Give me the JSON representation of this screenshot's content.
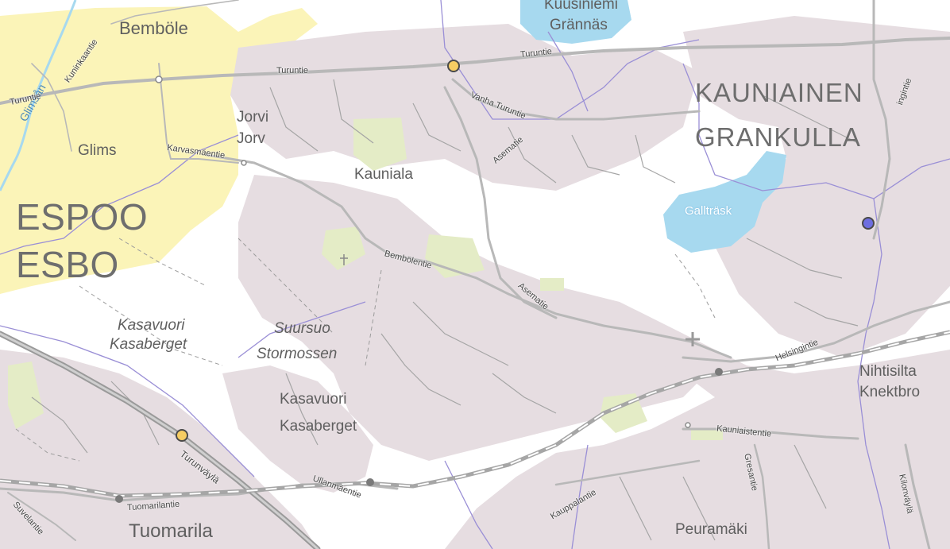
{
  "map": {
    "colors": {
      "background": "#ffffff",
      "residential": "#e6dde1",
      "espoo_area": "#fbf4b8",
      "water": "#a7d9ef",
      "park": "#e4ecc6",
      "road": "#b8b8b8",
      "boundary": "#9a8fd6",
      "railway": "#a6a6a6",
      "marker_yellow": "#f6cd63",
      "marker_blue": "#6e6ee0"
    },
    "labels": {
      "espoo": "ESPOO",
      "esbo": "ESBO",
      "kauniainen": "KAUNIAINEN",
      "grankulla": "GRANKULLA",
      "bembole": "Bemböle",
      "glims": "Glims",
      "glimsan": "Glimsån",
      "jorvi": "Jorvi",
      "jorv": "Jorv",
      "kauniala": "Kauniala",
      "kuusiniemi": "Kuusiniemi",
      "grannas": "Grännäs",
      "galltrask": "Gallträsk",
      "kasavuori_italic": "Kasavuori",
      "kasaberget_italic": "Kasaberget",
      "suursuo": "Suursuo",
      "stormossen": "Stormossen",
      "kasavuori": "Kasavuori",
      "kasaberget": "Kasaberget",
      "nihtisilta": "Nihtisilta",
      "knektbro": "Knektbro",
      "tuomarila": "Tuomarila",
      "peuramaki": "Peuramäki"
    },
    "roads": {
      "turuntie_w": "Turuntie",
      "turuntie_c": "Turuntie",
      "turuntie_e": "Turuntie",
      "kuninkaantie": "Kuninkaantie",
      "vanha_turuntie": "Vanha Turuntie",
      "karvasmaentie": "Karvasmäentie",
      "asematie_n": "Asematie",
      "bembolentie": "Bembölentie",
      "asematie_s": "Asematie",
      "helsingintie": "Helsingintie",
      "turunvayla": "Turunväylä",
      "uudenmaentie": "Ullanmäentie",
      "tuomarilantie": "Tuomarilantie",
      "suvelantie": "Suvelantie",
      "kauniaistentie": "Kauniaistentie",
      "kauppalantie": "Kauppalantie",
      "gresantie": "Gresantie",
      "kilonvayla": "Kilonväylä",
      "ingintie": "ingintie"
    },
    "icons": {
      "cemetery": "cross-icon",
      "church": "church-cross-icon"
    }
  }
}
